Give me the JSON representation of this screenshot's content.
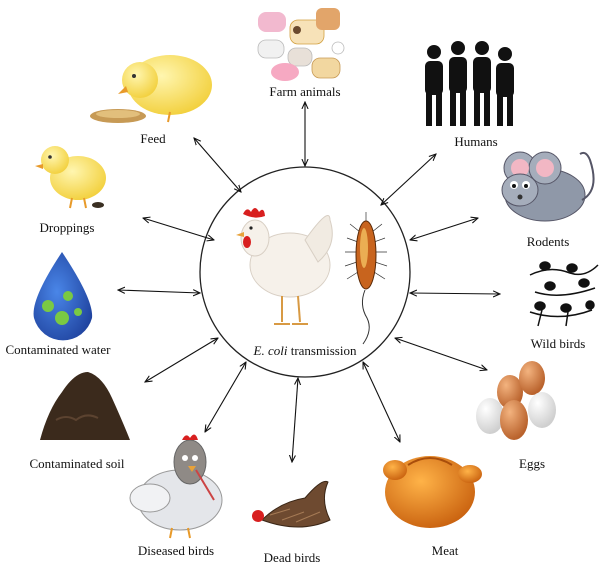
{
  "center": {
    "label_italic": "E. coli",
    "label_rest": " transmission"
  },
  "sources": [
    {
      "id": "feed",
      "label": "Feed",
      "icon": "chick-eating-icon"
    },
    {
      "id": "droppings",
      "label": "Droppings",
      "icon": "chick-icon"
    },
    {
      "id": "water",
      "label": "Contaminated water",
      "icon": "water-drop-bacteria-icon"
    },
    {
      "id": "soil",
      "label": "Contaminated soil",
      "icon": "soil-mound-icon"
    },
    {
      "id": "diseased",
      "label": "Diseased birds",
      "icon": "sick-hen-icon"
    },
    {
      "id": "dead",
      "label": "Dead birds",
      "icon": "dead-bird-icon"
    },
    {
      "id": "meat",
      "label": "Meat",
      "icon": "roast-chicken-icon"
    },
    {
      "id": "eggs",
      "label": "Eggs",
      "icon": "eggs-icon"
    },
    {
      "id": "wildbirds",
      "label": "Wild birds",
      "icon": "wild-birds-icon"
    },
    {
      "id": "rodents",
      "label": "Rodents",
      "icon": "mouse-icon"
    },
    {
      "id": "humans",
      "label": "Humans",
      "icon": "humans-icon"
    },
    {
      "id": "farm",
      "label": "Farm animals",
      "icon": "farm-animals-icon"
    }
  ]
}
